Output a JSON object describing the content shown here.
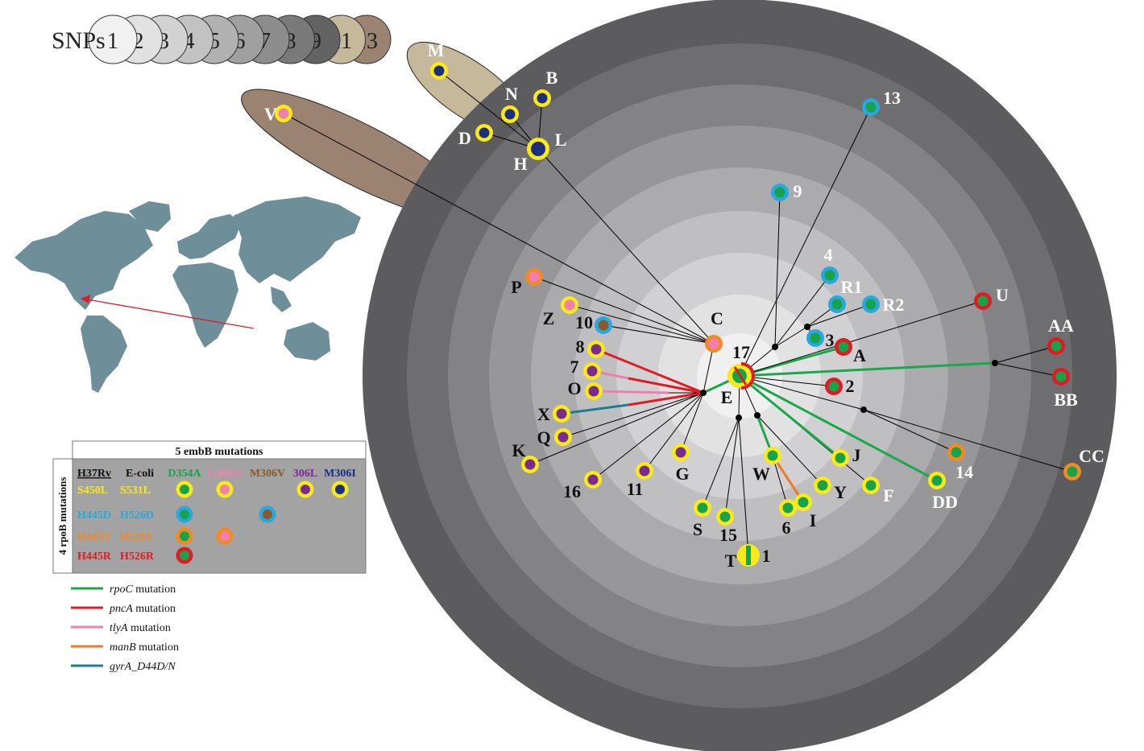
{
  "colors": {
    "rpoC": "#1aa84a",
    "pncA": "#e01b24",
    "tlyA": "#ef7fb0",
    "manB": "#f07a22",
    "gyrA": "#1a7f8c",
    "D354A": "#17a34a",
    "G406A": "#f07fb0",
    "M306V": "#8b5a2b",
    "306L": "#7a2b8f",
    "M306I": "#1a2f80",
    "S450L": "#fbe91a",
    "H445D": "#29a7de",
    "H445Y": "#f08a24",
    "H445R": "#e01b24"
  },
  "snp_legend": {
    "title": "SNPs",
    "levels": [
      "1",
      "2",
      "3",
      "4",
      "5",
      "6",
      "7",
      "8",
      "9",
      "11",
      "13"
    ],
    "fills": [
      "#f1f1f1",
      "#e1e1e1",
      "#d2d2d2",
      "#c2c2c2",
      "#b1b1b1",
      "#a0a0a0",
      "#8d8d8d",
      "#797979",
      "#636363",
      "#c6b89a",
      "#9a8471"
    ]
  },
  "mutation_legend": {
    "header": "5 embB mutations",
    "side_label": "4 rpoB mutations",
    "col_h37rv": "H37Rv",
    "col_ecoli": "E-coli",
    "embB": [
      {
        "label": "D354A",
        "color": "#17a34a"
      },
      {
        "label": "G406A",
        "color": "#f07fb0"
      },
      {
        "label": "M306V",
        "color": "#8b5a2b"
      },
      {
        "label": "306L",
        "color": "#7a2b8f"
      },
      {
        "label": "M306I",
        "color": "#1a2f80"
      }
    ],
    "rpoB": [
      {
        "h37rv": "S450L",
        "ecoli": "S531L",
        "color": "#fbe91a"
      },
      {
        "h37rv": "H445D",
        "ecoli": "H526D",
        "color": "#29a7de"
      },
      {
        "h37rv": "H445Y",
        "ecoli": "H526Y",
        "color": "#f08a24"
      },
      {
        "h37rv": "H445R",
        "ecoli": "H526R",
        "color": "#e01b24"
      }
    ]
  },
  "line_legend": [
    {
      "gene": "rpoC",
      "suffix": " mutation",
      "color": "#1aa84a"
    },
    {
      "gene": "pncA",
      "suffix": " mutation",
      "color": "#e01b24"
    },
    {
      "gene": "tlyA",
      "suffix": " mutation",
      "color": "#ef7fb0"
    },
    {
      "gene": "manB",
      "suffix": " mutation",
      "color": "#f07a22"
    },
    {
      "gene": "gyrA_D44D/N",
      "suffix": "",
      "color": "#1a7f8c"
    }
  ],
  "nodes": [
    {
      "id": "M",
      "label": "M",
      "ring": "#fbe91a",
      "fill": "#1a2f80"
    },
    {
      "id": "N",
      "label": "N",
      "ring": "#fbe91a",
      "fill": "#1a2f80"
    },
    {
      "id": "B",
      "label": "B",
      "ring": "#fbe91a",
      "fill": "#1a2f80"
    },
    {
      "id": "D",
      "label": "D",
      "ring": "#fbe91a",
      "fill": "#1a2f80"
    },
    {
      "id": "L",
      "label": "L",
      "ring": "#fbe91a",
      "fill": "#1a2f80"
    },
    {
      "id": "H",
      "label": "H",
      "ring": "",
      "fill": ""
    },
    {
      "id": "V",
      "label": "V",
      "ring": "#fbe91a",
      "fill": "#f07fb0"
    },
    {
      "id": "13",
      "label": "13",
      "ring": "#29a7de",
      "fill": "#17a34a"
    },
    {
      "id": "9",
      "label": "9",
      "ring": "#29a7de",
      "fill": "#17a34a"
    },
    {
      "id": "4",
      "label": "4",
      "ring": "#29a7de",
      "fill": "#17a34a"
    },
    {
      "id": "R1",
      "label": "R1",
      "ring": "#29a7de",
      "fill": "#17a34a"
    },
    {
      "id": "R2",
      "label": "R2",
      "ring": "#29a7de",
      "fill": "#17a34a"
    },
    {
      "id": "3",
      "label": "3",
      "ring": "#29a7de",
      "fill": "#17a34a"
    },
    {
      "id": "A",
      "label": "A",
      "ring": "#e01b24",
      "fill": "#17a34a"
    },
    {
      "id": "U",
      "label": "U",
      "ring": "#e01b24",
      "fill": "#17a34a"
    },
    {
      "id": "AA",
      "label": "AA",
      "ring": "#e01b24",
      "fill": "#17a34a"
    },
    {
      "id": "BB",
      "label": "BB",
      "ring": "#e01b24",
      "fill": "#17a34a"
    },
    {
      "id": "CC",
      "label": "CC",
      "ring": "#f08a24",
      "fill": "#17a34a"
    },
    {
      "id": "2",
      "label": "2",
      "ring": "#e01b24",
      "fill": "#17a34a"
    },
    {
      "id": "14",
      "label": "14",
      "ring": "#f08a24",
      "fill": "#17a34a"
    },
    {
      "id": "DD",
      "label": "DD",
      "ring": "#fbe91a",
      "fill": "#17a34a"
    },
    {
      "id": "F",
      "label": "F",
      "ring": "#fbe91a",
      "fill": "#17a34a"
    },
    {
      "id": "J",
      "label": "J",
      "ring": "#fbe91a",
      "fill": "#17a34a"
    },
    {
      "id": "Y",
      "label": "Y",
      "ring": "#fbe91a",
      "fill": "#17a34a"
    },
    {
      "id": "I",
      "label": "I",
      "ring": "#fbe91a",
      "fill": "#17a34a"
    },
    {
      "id": "6",
      "label": "6",
      "ring": "#fbe91a",
      "fill": "#17a34a"
    },
    {
      "id": "W",
      "label": "W",
      "ring": "#fbe91a",
      "fill": "#17a34a"
    },
    {
      "id": "T",
      "label": "T",
      "ring": "#fbe91a",
      "fill": "#17a34a"
    },
    {
      "id": "1",
      "label": "1",
      "ring": "",
      "fill": ""
    },
    {
      "id": "15",
      "label": "15",
      "ring": "#fbe91a",
      "fill": "#17a34a"
    },
    {
      "id": "S",
      "label": "S",
      "ring": "#fbe91a",
      "fill": "#17a34a"
    },
    {
      "id": "G",
      "label": "G",
      "ring": "#fbe91a",
      "fill": "#7a2b8f"
    },
    {
      "id": "11",
      "label": "11",
      "ring": "#fbe91a",
      "fill": "#7a2b8f"
    },
    {
      "id": "16",
      "label": "16",
      "ring": "#fbe91a",
      "fill": "#7a2b8f"
    },
    {
      "id": "K",
      "label": "K",
      "ring": "#fbe91a",
      "fill": "#7a2b8f"
    },
    {
      "id": "Q",
      "label": "Q",
      "ring": "#fbe91a",
      "fill": "#7a2b8f"
    },
    {
      "id": "X",
      "label": "X",
      "ring": "#fbe91a",
      "fill": "#7a2b8f"
    },
    {
      "id": "O",
      "label": "O",
      "ring": "#fbe91a",
      "fill": "#7a2b8f"
    },
    {
      "id": "7",
      "label": "7",
      "ring": "#fbe91a",
      "fill": "#7a2b8f"
    },
    {
      "id": "8",
      "label": "8",
      "ring": "#fbe91a",
      "fill": "#7a2b8f"
    },
    {
      "id": "10",
      "label": "10",
      "ring": "#29a7de",
      "fill": "#8b5a2b"
    },
    {
      "id": "Z",
      "label": "Z",
      "ring": "#fbe91a",
      "fill": "#f07fb0"
    },
    {
      "id": "P",
      "label": "P",
      "ring": "#f08a24",
      "fill": "#f07fb0"
    },
    {
      "id": "C",
      "label": "C",
      "ring": "#f08a24",
      "fill": "#f07fb0"
    },
    {
      "id": "17",
      "label": "17",
      "ring": "#e01b24",
      "fill": "#17a34a"
    },
    {
      "id": "E",
      "label": "E",
      "ring": "",
      "fill": ""
    }
  ]
}
